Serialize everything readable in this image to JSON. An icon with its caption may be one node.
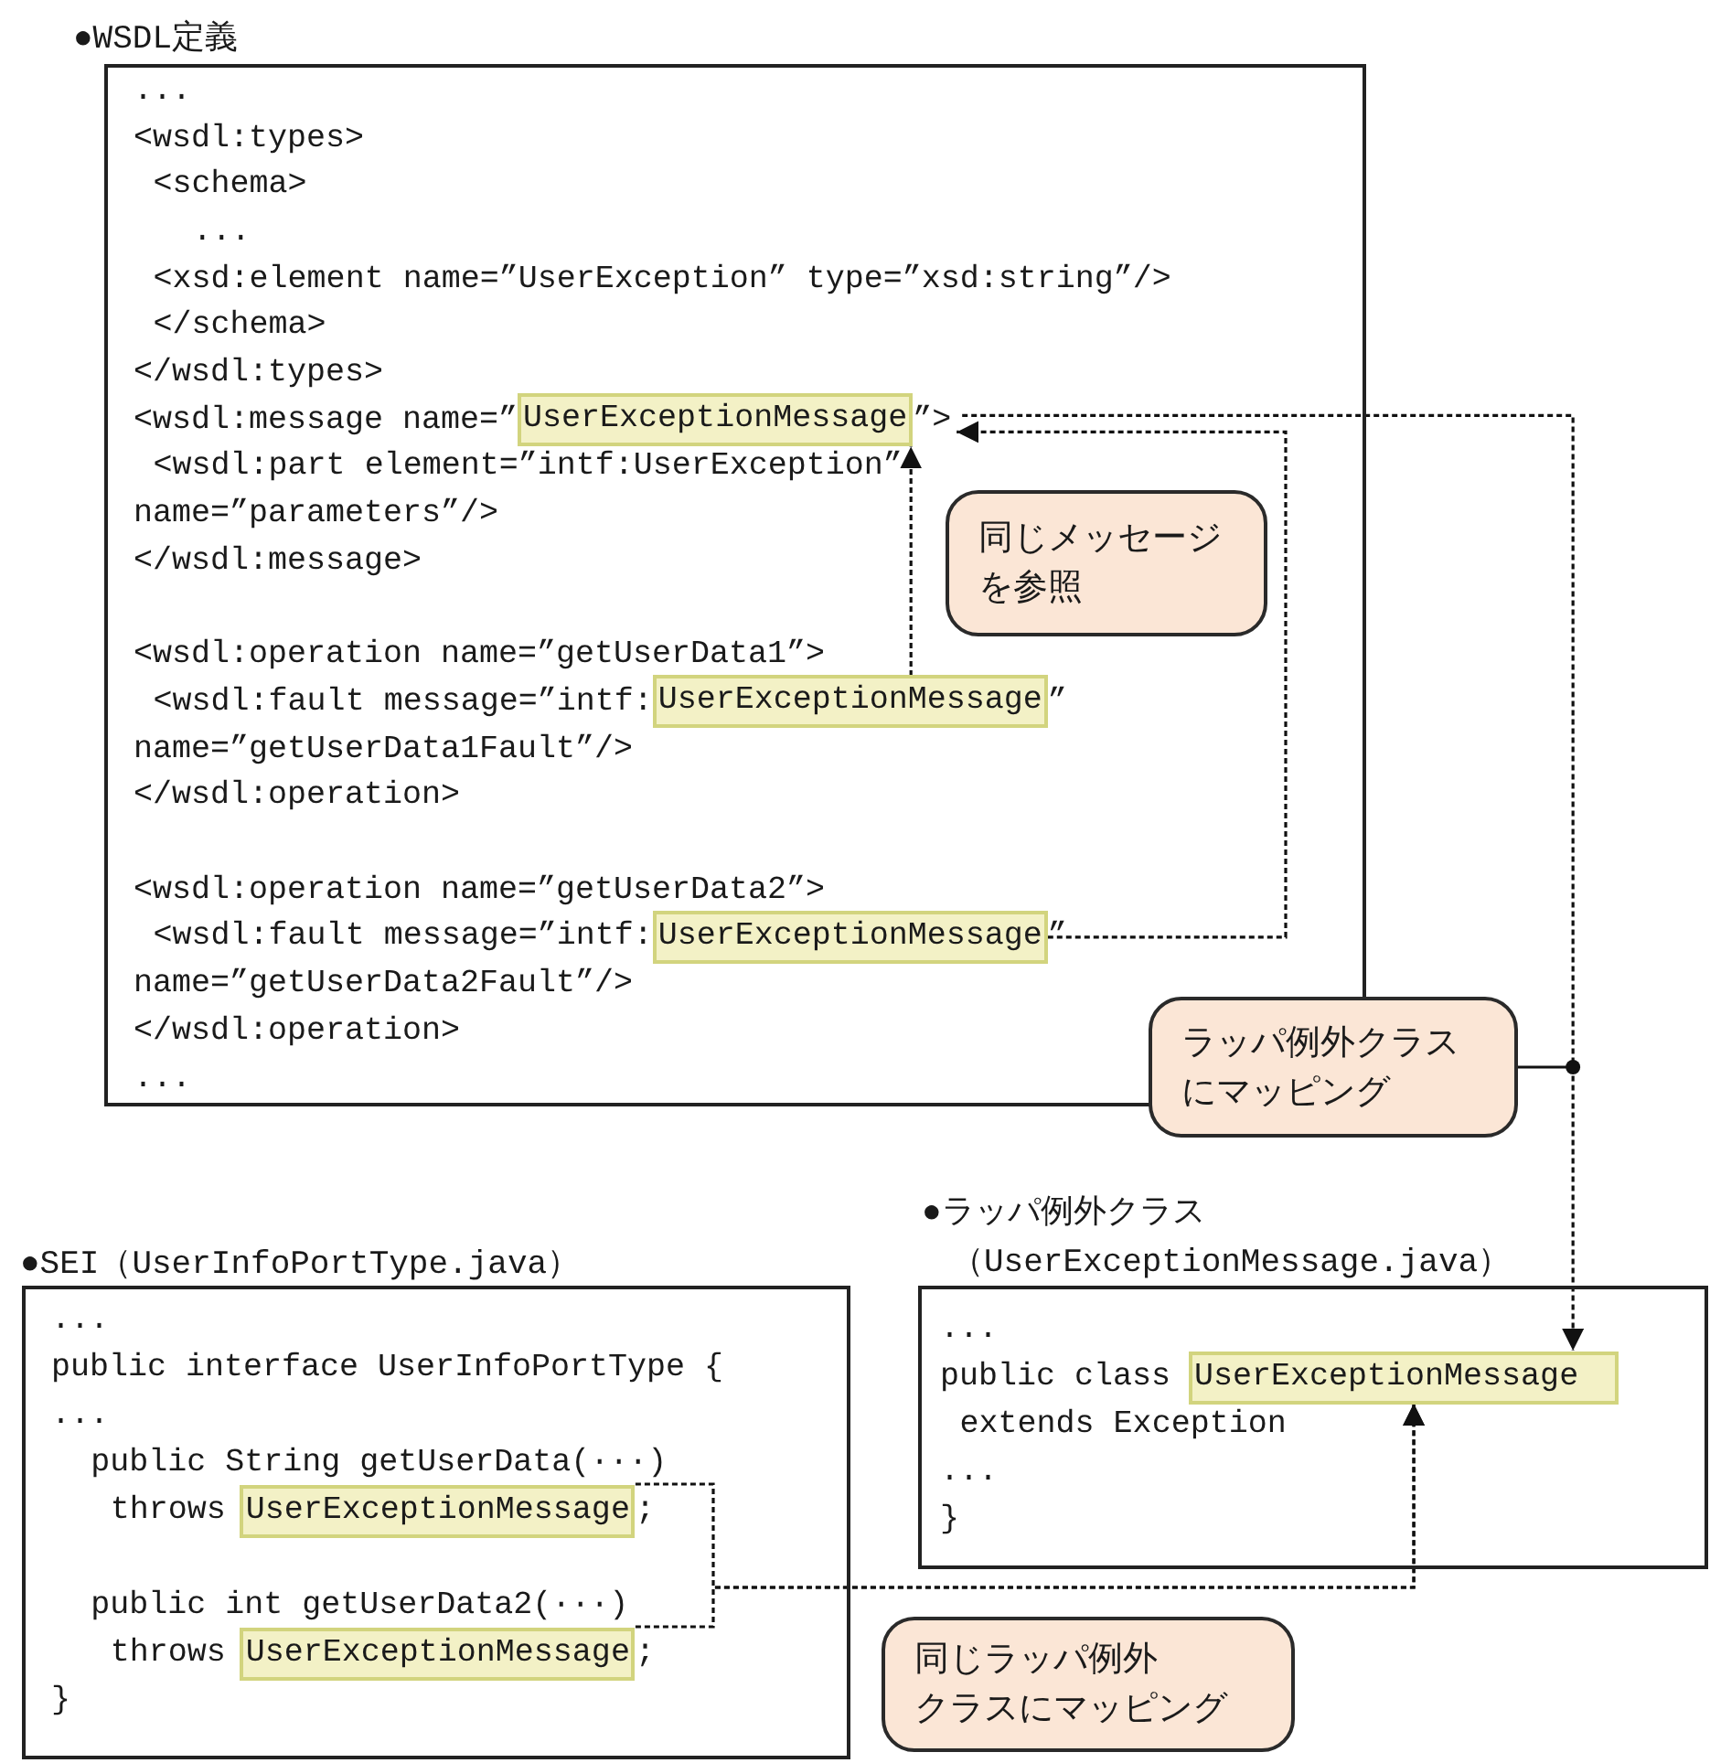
{
  "diagram": {
    "nodes": [
      {
        "text": [
          "●WSDL定義",
          "...",
          "<wsdl:types>",
          "<schema>",
          "...",
          "<xsd:element name=”UserException” type=”xsd:string”/>",
          "</schema>",
          "</wsdl:types>",
          "<wsdl:message name=”",
          "”>",
          "<wsdl:part element=”intf:UserException”",
          "name=”parameters”/>",
          "</wsdl:message>",
          "<wsdl:operation name=”getUserData1”>",
          "<wsdl:fault message=”intf:",
          "”",
          "name=”getUserData1Fault”/>",
          "</wsdl:operation>",
          "<wsdl:operation name=”getUserData2”>",
          "<wsdl:fault message=”intf:",
          "”",
          "name=”getUserData2Fault”/>",
          "</wsdl:operation>",
          "..."
        ]
      },
      {
        "text": [
          "UserExceptionMessage"
        ],
        "in": 0
      },
      {
        "text": [
          "UserExceptionMessage"
        ],
        "in": 0
      },
      {
        "text": [
          "UserExceptionMessage"
        ],
        "in": 0
      },
      {
        "text": [
          "同じメッセージを参照"
        ],
        "in": 0
      },
      {
        "text": [
          "ラッパ例外クラスにマッピング"
        ]
      },
      {
        "text": [
          "●SEI（UserInfoPortType.java）",
          "...",
          "public interface UserInfoPortType {",
          "...",
          "public String getUserData(···)",
          "throws",
          ";",
          "public int getUserData2(···)",
          "throws",
          ";",
          "}"
        ]
      },
      {
        "text": [
          "UserExceptionMessage"
        ],
        "in": 6
      },
      {
        "text": [
          "UserExceptionMessage"
        ],
        "in": 6
      },
      {
        "text": [
          "●ラッパ例外クラス",
          "（UserExceptionMessage.java）",
          "...",
          "public class",
          "extends Exception",
          "...",
          "}"
        ]
      },
      {
        "text": [
          "UserExceptionMessage"
        ],
        "in": 9
      },
      {
        "text": [
          "同じラッパ例外クラスにマッピング"
        ]
      }
    ],
    "edges": [
      {
        "from": 2,
        "to": 1,
        "arrow": "to",
        "style": "dashed"
      },
      {
        "from": 3,
        "to": 1,
        "arrow": "to",
        "style": "dashed"
      },
      {
        "from": 1,
        "to": 10,
        "arrow": "to",
        "style": "dashed"
      },
      {
        "from": 5,
        "to": null,
        "arrow": "other"
      },
      {
        "from": 7,
        "to": 10,
        "arrow": "to",
        "style": "dashed"
      },
      {
        "from": 8,
        "to": 10,
        "arrow": "to",
        "style": "dashed"
      }
    ]
  }
}
